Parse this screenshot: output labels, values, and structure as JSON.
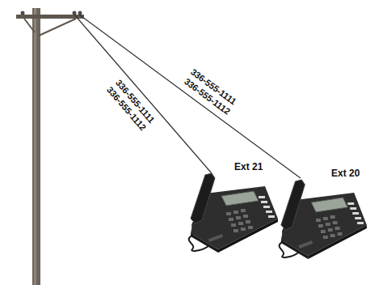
{
  "diagram": {
    "nodes": [
      {
        "text": [
          "Ext 21"
        ]
      },
      {
        "text": [
          "Ext 20"
        ]
      }
    ],
    "labels": [
      "336-555-1111",
      "336-555-1112",
      "336-555-1111",
      "336-555-1112"
    ]
  }
}
